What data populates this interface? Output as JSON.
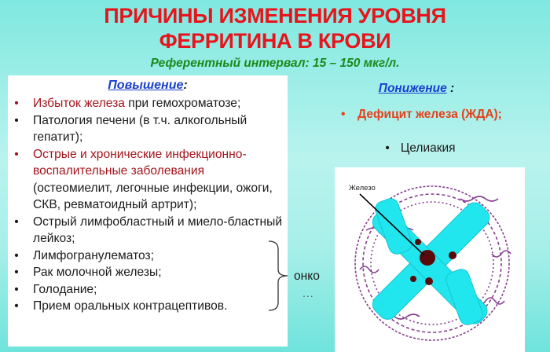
{
  "title": {
    "line1": "ПРИЧИНЫ ИЗМЕНЕНИЯ УРОВНЯ",
    "line2": "ФЕРРИТИНА В КРОВИ"
  },
  "reference_interval": "Референтный интервал: 15 – 150 мкг/л.",
  "increase": {
    "heading": "Повышение",
    "colon": ":",
    "items": [
      {
        "bullet": "•",
        "highlight": "Избыток железа",
        "text": " при гемохроматозе;"
      },
      {
        "bullet": "•",
        "text": "Патология печени (в т.ч. алкогольный гепатит);"
      },
      {
        "bullet": "•",
        "highlight": "Острые и хронические инфекционно-воспалительные заболевания",
        "text": " (остеомиелит, легочные инфекции, ожоги, СКВ, ревматоидный артрит);"
      },
      {
        "bullet": "•",
        "text": "Острый лимфобластный и миело-бластный лейкоз;"
      },
      {
        "bullet": "•",
        "text": "Лимфогранулематоз;"
      },
      {
        "bullet": "•",
        "text": "Рак молочной железы;"
      },
      {
        "bullet": "•",
        "text": "Голодание;"
      },
      {
        "bullet": "•",
        "text": "Прием оральных контрацептивов."
      }
    ],
    "brace_label": "онко",
    "brace_dots": "..."
  },
  "decrease": {
    "heading": "Понижение",
    "colon": " :",
    "items": [
      {
        "bullet": "•",
        "text": "Дефицит железа (ЖДА);"
      },
      {
        "bullet": "•",
        "text": "Целиакия"
      }
    ]
  },
  "figure": {
    "label": "Железо",
    "colors": {
      "shell": "#7a2a85",
      "subunits": "#22e6ee",
      "iron_core": "#5a0a0a"
    }
  },
  "colors": {
    "title": "#e8141c",
    "reference": "#1a8a1a",
    "heading_link": "#1a3fd0",
    "highlight": "#a3141a",
    "decrease_highlight": "#e8401a"
  }
}
